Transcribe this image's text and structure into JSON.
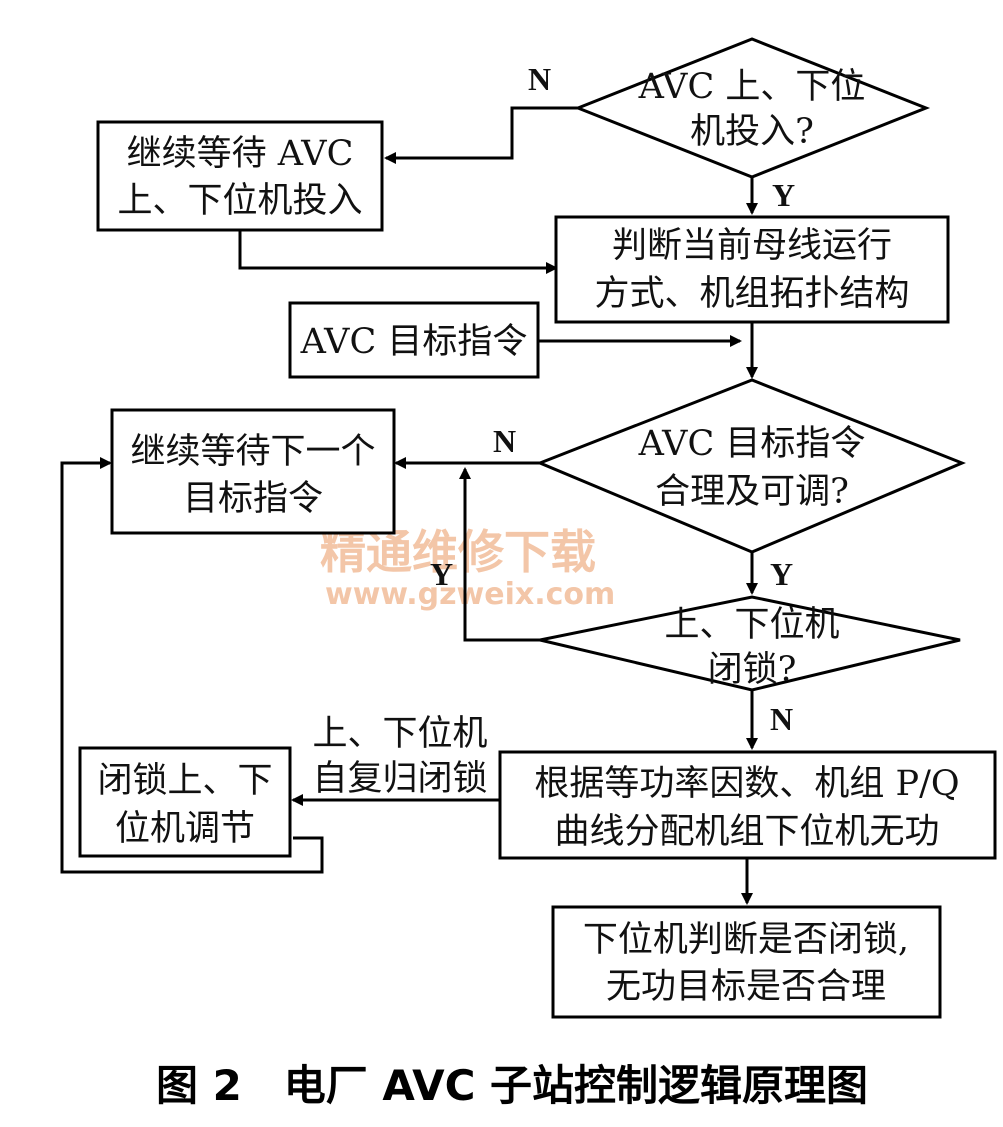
{
  "nodes": {
    "d1": {
      "line1": "AVC 上、下位",
      "line2": "机投入?"
    },
    "wait_avc": {
      "line1": "继续等待 AVC",
      "line2": "上、下位机投入"
    },
    "judge_mode": {
      "line1": "判断当前母线运行",
      "line2": "方式、机组拓扑结构"
    },
    "avc_target": {
      "line1": "AVC 目标指令"
    },
    "d2": {
      "line1": "AVC 目标指令",
      "line2": "合理及可调?"
    },
    "wait_next": {
      "line1": "继续等待下一个",
      "line2": "目标指令"
    },
    "d3": {
      "line1": "上、下位机",
      "line2": "闭锁?"
    },
    "distribute": {
      "line1": "根据等功率因数、机组 P/Q",
      "line2": "曲线分配机组下位机无功"
    },
    "lock_adjust": {
      "line1": "闭锁上、下",
      "line2": "位机调节"
    },
    "lower_judge": {
      "line1": "下位机判断是否闭锁,",
      "line2": "无功目标是否合理"
    }
  },
  "labels": {
    "n1": "N",
    "y1": "Y",
    "n2": "N",
    "y2": "Y",
    "y3": "Y",
    "n3": "N",
    "reset1": "上、下位机",
    "reset2": "自复归闭锁"
  },
  "watermark": {
    "line1": "精通维修下载",
    "line2": "www.gzweix.com"
  },
  "caption": "图 2　电厂 AVC 子站控制逻辑原理图"
}
